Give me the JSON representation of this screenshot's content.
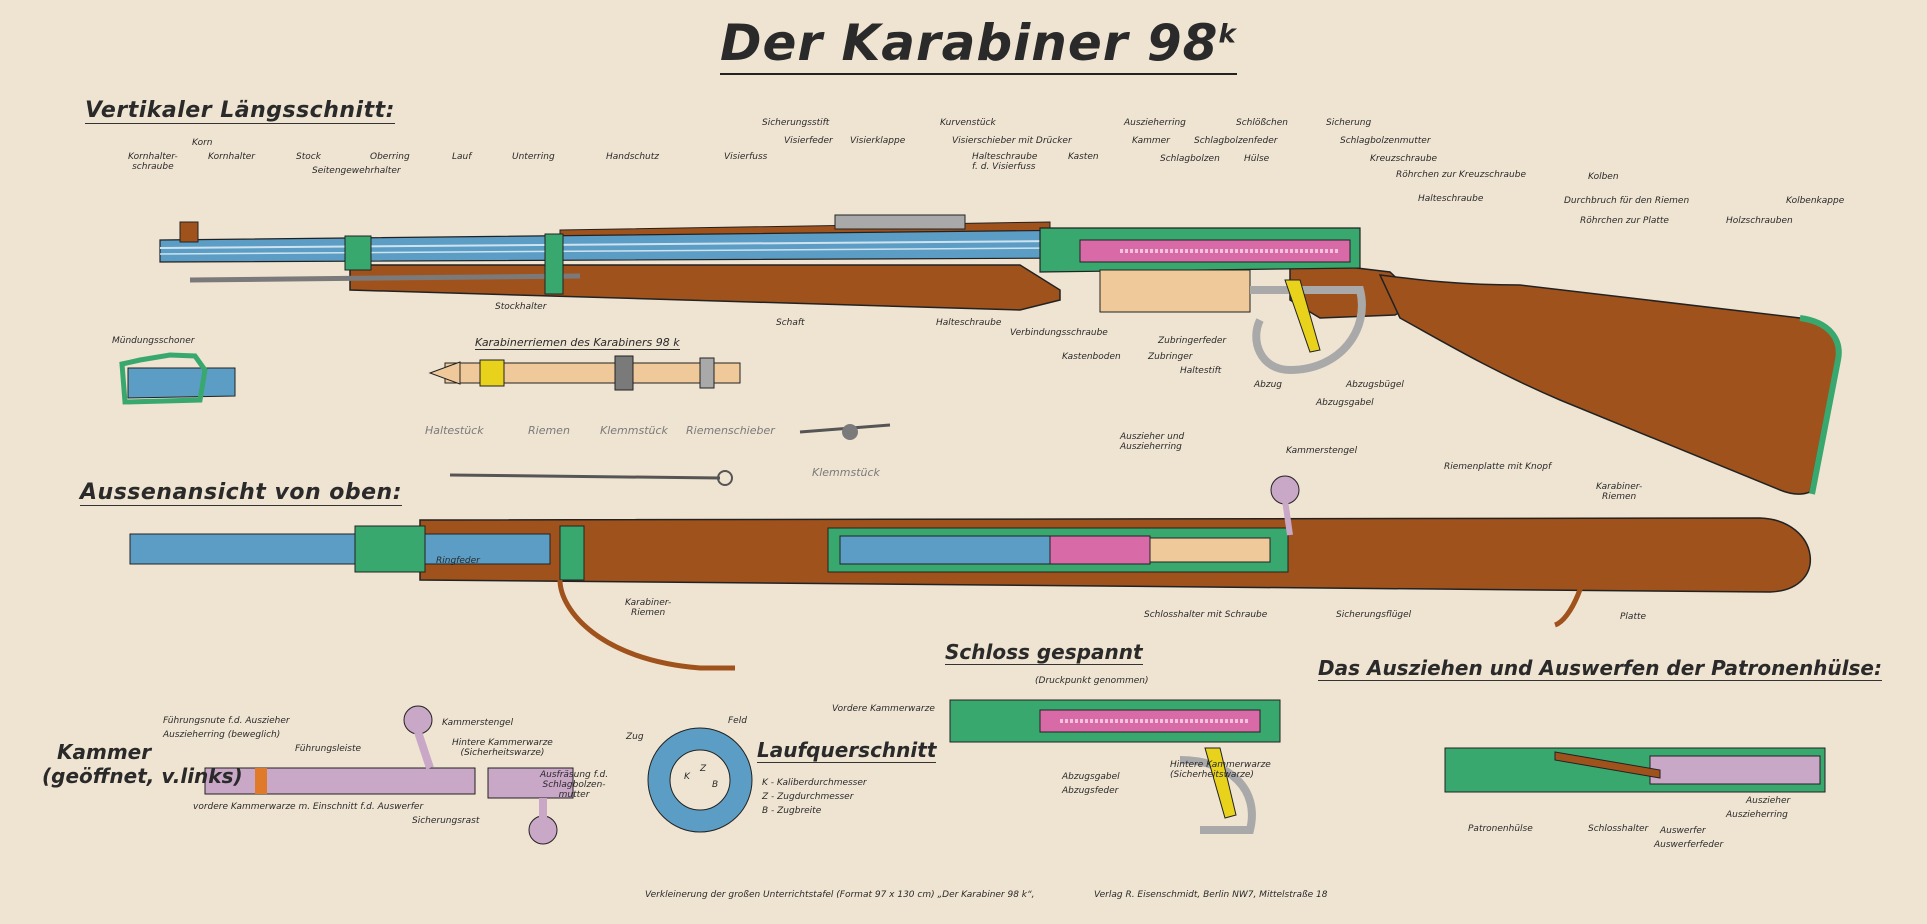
{
  "title": {
    "main": "Der Karabiner 98",
    "sup": "k"
  },
  "headings": {
    "section1": "Vertikaler Längsschnitt:",
    "section2": "Aussenansicht von oben:",
    "schloss": "Schloss gespannt",
    "schloss_note": "(Druckpunkt genommen)",
    "ausziehen": "Das Ausziehen und Auswerfen der Patronenhülse:",
    "kammer1": "Kammer",
    "kammer2": "(geöffnet, v.links)",
    "lauf": "Laufquerschnitt",
    "riemen": "Karabinerriemen des Karabiners 98 k"
  },
  "labels_section1": {
    "kornhalterschraube": "Kornhalter-\nschraube",
    "korn": "Korn",
    "kornhalter": "Kornhalter",
    "stock": "Stock",
    "seitengewehrhalter": "Seitengewehrhalter",
    "oberring": "Oberring",
    "lauf": "Lauf",
    "unterring": "Unterring",
    "handschutz": "Handschutz",
    "sicherungsstift": "Sicherungsstift",
    "visierfeder": "Visierfeder",
    "visierklappe": "Visierklappe",
    "visierfuss": "Visierfuss",
    "kurvenstueck": "Kurvenstück",
    "visierschieber": "Visierschieber mit Drücker",
    "halteschraube_visier": "Halteschraube\nf. d. Visierfuss",
    "kasten": "Kasten",
    "auszieherring": "Auszieherring",
    "kammer": "Kammer",
    "schlagbolzen": "Schlagbolzen",
    "schlagbolzenfeder": "Schlagbolzenfeder",
    "schloesschen": "Schlößchen",
    "huelse": "Hülse",
    "sicherung": "Sicherung",
    "schlagbolzenmutter": "Schlagbolzenmutter",
    "kreuzschraube": "Kreuzschraube",
    "roehrchen_kreuz": "Röhrchen zur Kreuzschraube",
    "halteschraube_r": "Halteschraube",
    "kolben": "Kolben",
    "durchbruch": "Durchbruch für den Riemen",
    "roehrchen_platte": "Röhrchen zur Platte",
    "holzschrauben": "Holzschrauben",
    "kolbenkappe": "Kolbenkappe",
    "stockhalter": "Stockhalter",
    "schaft": "Schaft",
    "halteschraube_l": "Halteschraube",
    "verbindungsschraube": "Verbindungsschraube",
    "kastenboden": "Kastenboden",
    "zubringerfeder": "Zubringerfeder",
    "zubringer": "Zubringer",
    "haltestift": "Haltestift",
    "abzug": "Abzug",
    "abzugsbuegel": "Abzugsbügel",
    "abzugsgabel": "Abzugsgabel",
    "muendungsschoner": "Mündungsschoner"
  },
  "labels_riemen": {
    "haltestueck": "Haltestück",
    "riemen": "Riemen",
    "klemmstueck": "Klemmstück",
    "riemenschieber": "Riemenschieber",
    "klemmstueck2": "Klemmstück"
  },
  "labels_section2": {
    "auszieher": "Auszieher und\nAuszieherring",
    "kammerstengel": "Kammerstengel",
    "riemenplatte": "Riemenplatte mit Knopf",
    "karabinerriemen": "Karabiner-\nRiemen",
    "ringfeder": "Ringfeder",
    "karabinerriemen2": "Karabiner-\nRiemen",
    "schlosshalter": "Schlosshalter mit Schraube",
    "sicherungsfluegel": "Sicherungsflügel",
    "platte": "Platte"
  },
  "labels_kammer": {
    "fuehrungsnute": "Führungsnute f.d. Auszieher",
    "auszieherring": "Auszieherring (beweglich)",
    "fuehrungsleiste": "Führungsleiste",
    "kammerstengel": "Kammerstengel",
    "hintere_warze": "Hintere Kammerwarze\n(Sicherheitswarze)",
    "vordere_warze": "vordere Kammerwarze m. Einschnitt f.d. Auswerfer",
    "sicherungsrast": "Sicherungsrast",
    "ausfraesung": "Ausfräsung f.d.\nSchlagbolzen-\nmutter"
  },
  "labels_lauf": {
    "zug": "Zug",
    "feld": "Feld",
    "legend_k": "K - Kaliberdurchmesser",
    "legend_z": "Z - Zugdurchmesser",
    "legend_b": "B - Zugbreite",
    "k": "K",
    "z": "Z",
    "b": "B"
  },
  "labels_schloss": {
    "vordere_warze": "Vordere Kammerwarze",
    "hintere_warze": "Hintere Kammerwarze\n(Sicherheitswarze)",
    "abzugsgabel": "Abzugsgabel",
    "abzugsfeder": "Abzugsfeder"
  },
  "labels_ausziehen": {
    "patronenhuelse": "Patronenhülse",
    "schlosshalter": "Schlosshalter",
    "auswerfer": "Auswerfer",
    "auswerferfeder": "Auswerferfeder",
    "auszieher": "Auszieher",
    "auszieherring": "Auszieherring"
  },
  "footer": {
    "left": "Verkleinerung der großen Unterrichtstafel (Format 97 x 130 cm) „Der Karabiner 98 k“,",
    "right": "Verlag R. Eisenschmidt, Berlin NW7, Mittelstraße 18"
  },
  "colors": {
    "paper": "#efe4d2",
    "wood": "#a0521d",
    "steel_blue": "#5b9dc4",
    "green": "#39a86e",
    "pink": "#d96aa8",
    "yellow": "#e8d21c",
    "grey": "#a9a9a9"
  }
}
